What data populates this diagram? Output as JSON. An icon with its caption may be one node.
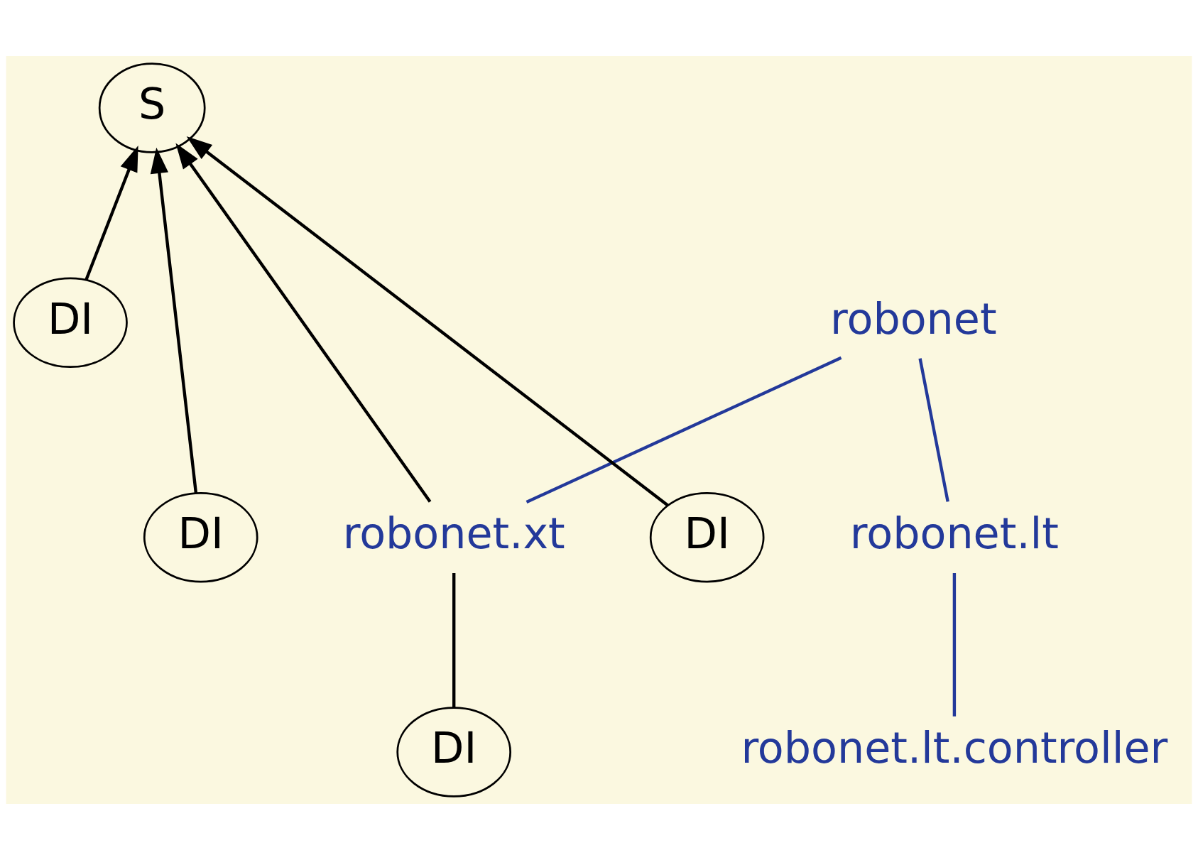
{
  "diagram": {
    "nodes": [
      {
        "text": [
          "S"
        ]
      },
      {
        "text": [
          "robonet"
        ]
      },
      {
        "text": [
          "DI"
        ]
      },
      {
        "text": [
          "robonet.lt"
        ]
      },
      {
        "text": [
          "DI"
        ]
      },
      {
        "text": [
          "robonet.xt"
        ]
      },
      {
        "text": [
          "DI"
        ]
      },
      {
        "text": [
          "robonet.lt.controller"
        ]
      },
      {
        "text": [
          "DI"
        ]
      }
    ],
    "edges": [
      {
        "from": 2,
        "to": 0,
        "arrow": "to"
      },
      {
        "from": 1,
        "to": 3,
        "arrow": "none",
        "color": "#23399a"
      },
      {
        "from": 1,
        "to": 5,
        "arrow": "none",
        "color": "#23399a"
      },
      {
        "from": 4,
        "to": 0,
        "arrow": "to"
      },
      {
        "from": 5,
        "to": 0,
        "arrow": "to"
      },
      {
        "from": 6,
        "to": 0,
        "arrow": "to"
      },
      {
        "from": 3,
        "to": 7,
        "arrow": "none",
        "color": "#23399a"
      },
      {
        "from": 5,
        "to": 8,
        "arrow": "none"
      }
    ]
  }
}
